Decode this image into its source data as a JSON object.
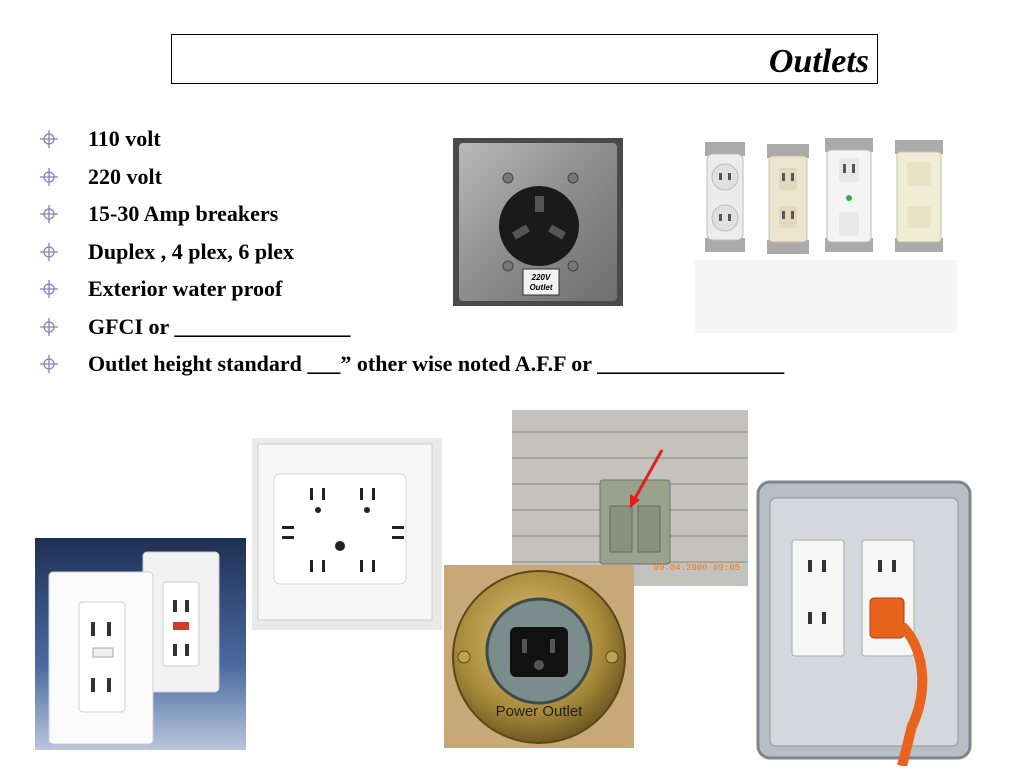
{
  "slide": {
    "title": "Outlets",
    "bullets": [
      "110 volt",
      "220 volt",
      "15-30 Amp breakers",
      "Duplex , 4 plex, 6 plex",
      "Exterior water proof",
      "GFCI or ________________",
      "Outlet height standard ___” other wise noted A.F.F or _________________"
    ]
  },
  "images": {
    "outlet_220v_label_line1": "220V",
    "outlet_220v_label_line2": "Outlet",
    "floor_outlet_caption": "Power Outlet",
    "photo_timestamp": "09.04.2006 09:05"
  },
  "colors": {
    "bullet": "#8a7fb8",
    "gfci_button": "#d63a2a",
    "extension_cord": "#e8641e"
  }
}
